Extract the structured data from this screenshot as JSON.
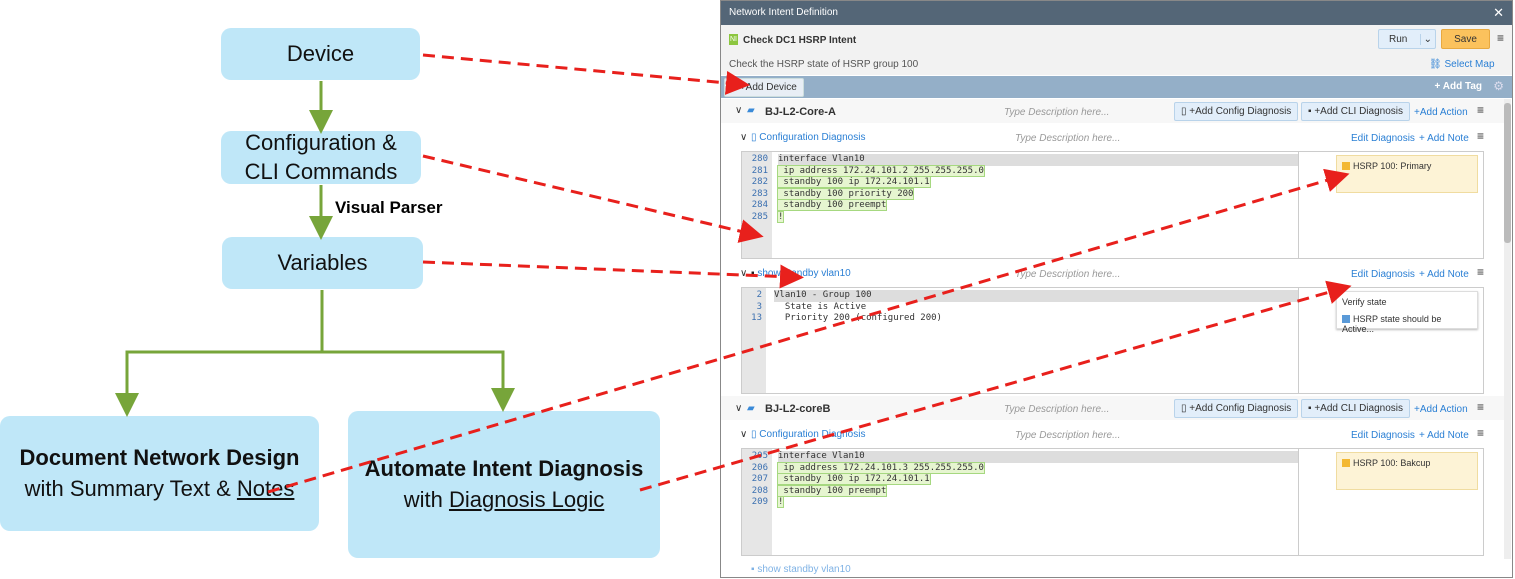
{
  "diagram": {
    "device": "Device",
    "config_cli": [
      "Configuration &",
      "CLI Commands"
    ],
    "visual_parser": "Visual Parser",
    "variables": "Variables",
    "document": {
      "bold": "Document Network Design",
      "rest": " with Summary Text & ",
      "notes": "Notes"
    },
    "automate": {
      "bold": "Automate Intent Diagnosis",
      "rest": " with ",
      "link": "Diagnosis Logic"
    },
    "colors": {
      "box": "#bfe7f8",
      "arrow": "#77a53a",
      "dash": "#e8201c"
    }
  },
  "window": {
    "title": "Network Intent Definition",
    "intent_title": "Check DC1 HSRP Intent",
    "intent_badge": "NI",
    "description": "Check the HSRP state of HSRP group 100",
    "run": "Run",
    "save": "Save",
    "select_map": "Select Map",
    "add_device": "+Add Device",
    "add_tag": "+ Add Tag"
  },
  "common": {
    "type_desc": "Type Description here...",
    "add_config": "+Add Config Diagnosis",
    "add_cli": "+Add CLI Diagnosis",
    "add_action": "+Add Action",
    "edit_diag": "Edit Diagnosis",
    "add_note": "+ Add Note",
    "config_diag": "Configuration Diagnosis"
  },
  "devices": [
    {
      "name": "BJ-L2-Core-A",
      "config": {
        "lines": [
          "280",
          "281",
          "282",
          "283",
          "284",
          "285"
        ],
        "code": [
          "interface Vlan10",
          " ip address 172.24.101.2 255.255.255.0",
          " standby 100 ip 172.24.101.1",
          " standby 100 priority 200",
          " standby 100 preempt",
          "!"
        ],
        "note": "HSRP 100: Primary"
      },
      "cli": {
        "name": "show standby vlan10",
        "lines": [
          "2",
          "3",
          "13"
        ],
        "code": [
          "Vlan10 - Group 100",
          "  State is Active",
          "  Priority 200 (configured 200)"
        ],
        "verify_title": "Verify state",
        "verify_item": "HSRP state should be Active..."
      }
    },
    {
      "name": "BJ-L2-coreB",
      "config": {
        "lines": [
          "205",
          "206",
          "207",
          "208",
          "209"
        ],
        "code": [
          "interface Vlan10",
          " ip address 172.24.101.3 255.255.255.0",
          " standby 100 ip 172.24.101.1",
          " standby 100 preempt",
          "!"
        ],
        "note": "HSRP 100: Bakcup"
      },
      "cli": {
        "name": "show standby vlan10"
      }
    }
  ]
}
